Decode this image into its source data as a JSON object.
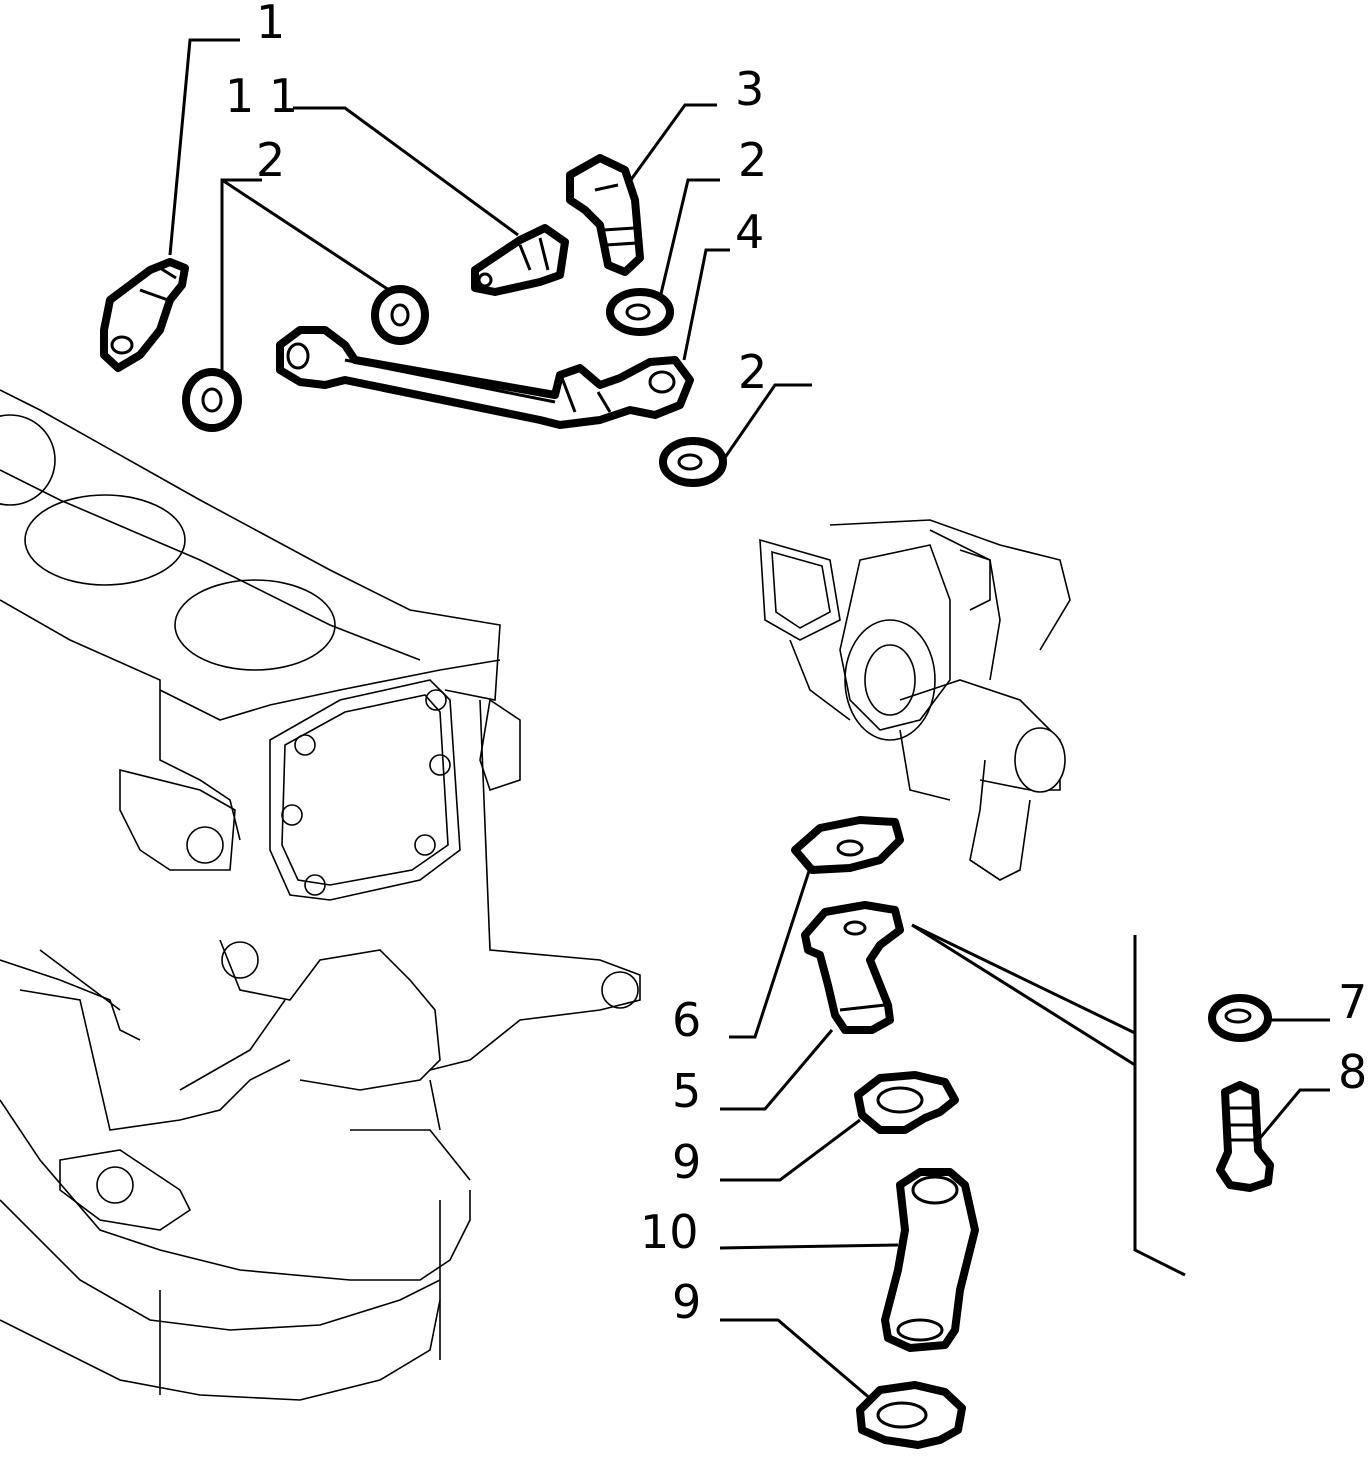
{
  "diagram": {
    "type": "exploded-parts-view",
    "callouts": [
      {
        "id": "c1",
        "text": "1"
      },
      {
        "id": "c11",
        "text": "1 1"
      },
      {
        "id": "c2a",
        "text": "2"
      },
      {
        "id": "c3",
        "text": "3"
      },
      {
        "id": "c2b",
        "text": "2"
      },
      {
        "id": "c4",
        "text": "4"
      },
      {
        "id": "c2c",
        "text": "2"
      },
      {
        "id": "c6",
        "text": "6"
      },
      {
        "id": "c5",
        "text": "5"
      },
      {
        "id": "c9a",
        "text": "9"
      },
      {
        "id": "c10",
        "text": "10"
      },
      {
        "id": "c9b",
        "text": "9"
      },
      {
        "id": "c7",
        "text": "7"
      },
      {
        "id": "c8",
        "text": "8"
      }
    ]
  }
}
